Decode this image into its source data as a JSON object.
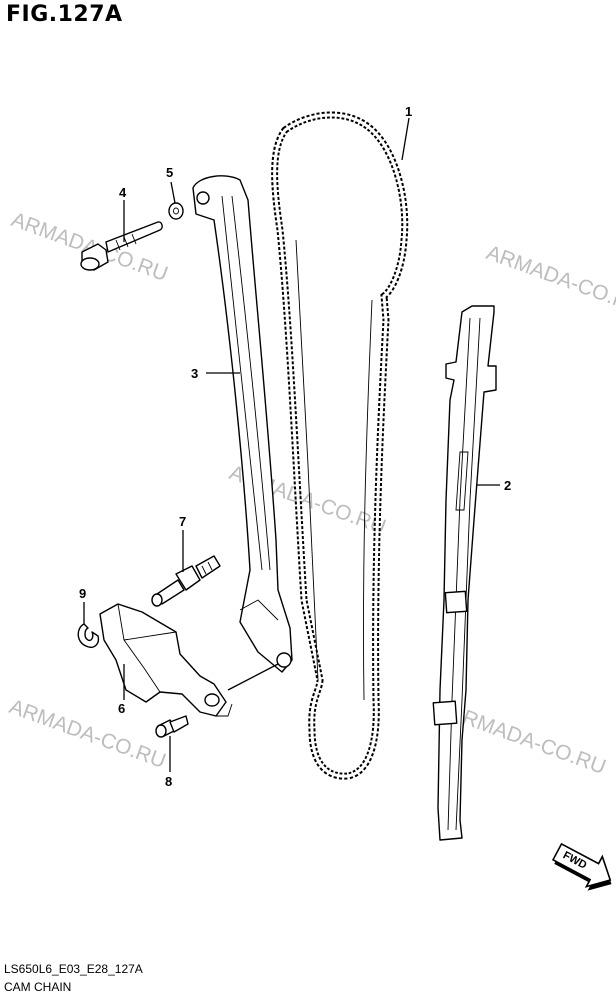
{
  "figure": {
    "title": "FIG.127A",
    "model_code": "LS650L6_E03_E28_127A",
    "name": "CAM CHAIN"
  },
  "watermark": {
    "text": "ARMADA-CO.RU",
    "color": "#bdbdbd"
  },
  "callouts": [
    {
      "id": "1",
      "part": "cam-chain"
    },
    {
      "id": "2",
      "part": "chain-guide"
    },
    {
      "id": "3",
      "part": "tensioner-guide"
    },
    {
      "id": "4",
      "part": "bolt"
    },
    {
      "id": "5",
      "part": "washer"
    },
    {
      "id": "6",
      "part": "chain-tensioner"
    },
    {
      "id": "7",
      "part": "tensioner-bolt"
    },
    {
      "id": "8",
      "part": "bolt"
    },
    {
      "id": "9",
      "part": "gasket"
    }
  ],
  "direction_badge": {
    "label": "FWD",
    "icon": "fwd-arrow-icon"
  }
}
